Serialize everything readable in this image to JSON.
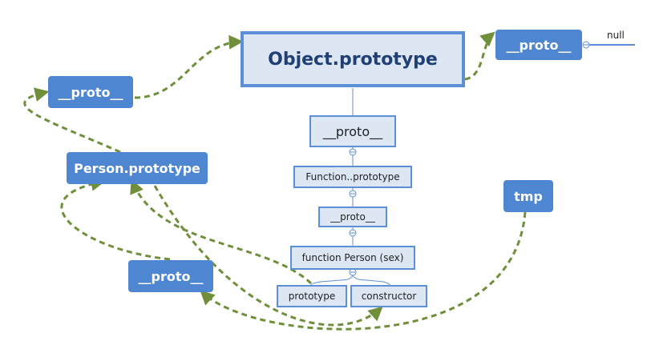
{
  "nodes": {
    "object_prototype": "Object.prototype",
    "proto_top_right": "__proto__",
    "null_label": "null",
    "proto_left_top": "__proto__",
    "person_prototype": "Person.prototype",
    "proto_center": "__proto__",
    "function_prototype": "Function..prototype",
    "proto_small": "__proto__",
    "function_person": "function Person (sex)",
    "prototype": "prototype",
    "constructor": "constructor",
    "tmp": "tmp",
    "proto_bottom_left": "__proto__"
  },
  "colors": {
    "solid_box": "#4f86d2",
    "outline_box_fill": "#dde7f4",
    "outline_box_border": "#5b8fd6",
    "dashed_arrow": "#6f8f3a",
    "tree_line": "#5b8fd6"
  }
}
